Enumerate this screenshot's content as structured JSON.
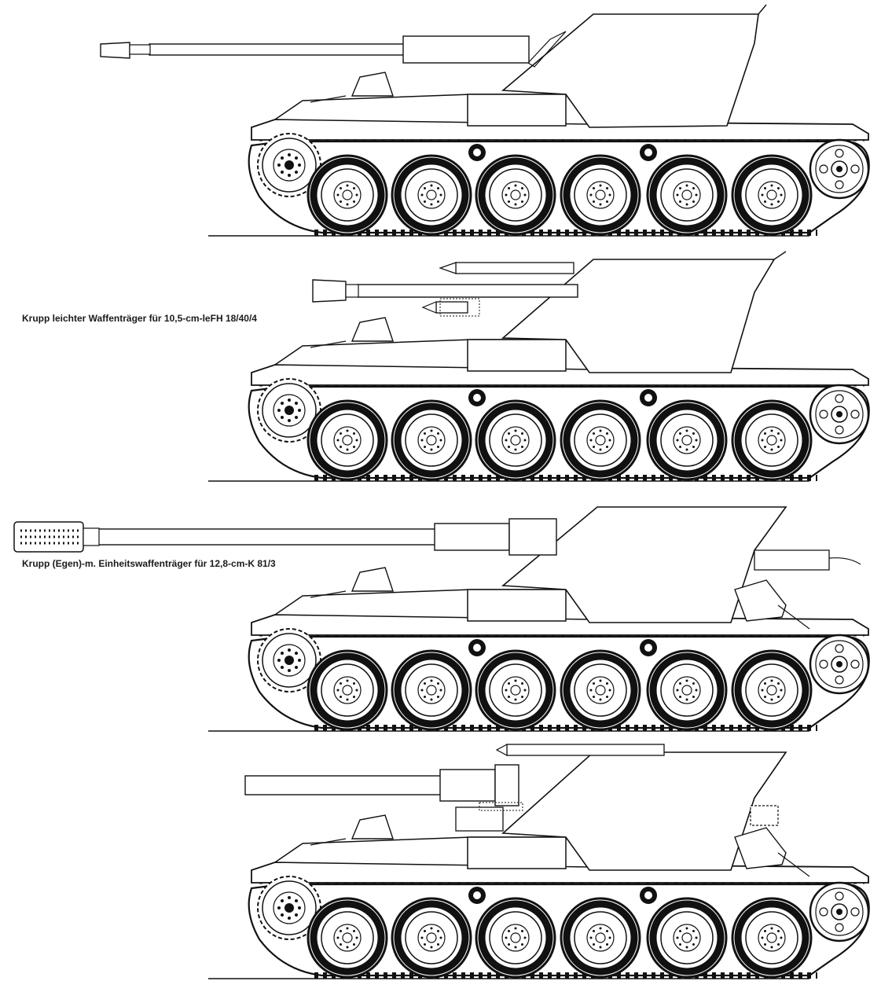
{
  "captions": {
    "first": "Krupp leichter Waffenträger für 10,5-cm-leFH 18/40/4",
    "second": "Krupp (Egen)-m. Einheitswaffenträger für 12,8-cm-K 81/3"
  },
  "drawings": [
    {
      "id": "variant-1",
      "gun": "long-muzzle-brake"
    },
    {
      "id": "variant-2",
      "gun": "howitzer-with-recoil-cylinders"
    },
    {
      "id": "variant-3",
      "gun": "perforated-muzzle-brake"
    },
    {
      "id": "variant-4",
      "gun": "plain-barrel"
    }
  ],
  "colors": {
    "ink": "#111111",
    "paper": "#ffffff"
  }
}
